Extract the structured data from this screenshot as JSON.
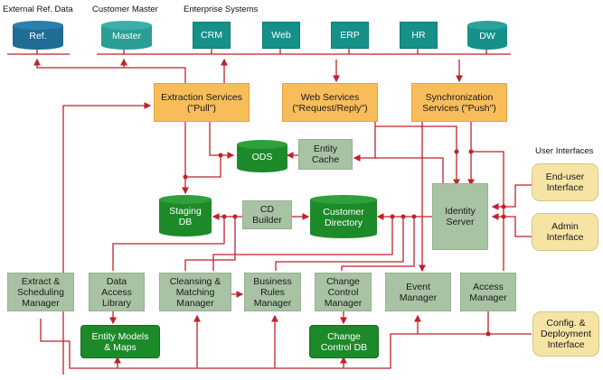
{
  "group_labels": {
    "external_ref_data": "External Ref. Data",
    "customer_master": "Customer Master",
    "enterprise_systems": "Enterprise Systems",
    "user_interfaces": "User Interfaces"
  },
  "sources": {
    "ref": "Ref.",
    "master": "Master",
    "crm": "CRM",
    "web": "Web",
    "erp": "ERP",
    "hr": "HR",
    "dw": "DW"
  },
  "services": {
    "extraction": "Extraction Services\n(\"Pull\")",
    "web": "Web Services\n(\"Request/Reply\")",
    "sync": "Synchronization\nServices (\"Push\")"
  },
  "stores": {
    "ods": "ODS",
    "entity_cache": "Entity\nCache",
    "staging_db": "Staging\nDB",
    "cd_builder": "CD\nBuilder",
    "customer_directory": "Customer\nDirectory",
    "identity_server": "Identity\nServer"
  },
  "ui": {
    "end_user": "End-user\nInterface",
    "admin": "Admin\nInterface",
    "config": "Config. &\nDeployment\nInterface"
  },
  "managers": {
    "extract_scheduling": "Extract &\nScheduling\nManager",
    "data_access": "Data\nAccess\nLibrary",
    "cleansing_matching": "Cleansing &\nMatching\nManager",
    "business_rules": "Business\nRules\nManager",
    "change_control": "Change\nControl\nManager",
    "event": "Event\nManager",
    "access": "Access\nManager"
  },
  "repositories": {
    "entity_models": "Entity Models\n& Maps",
    "change_control_db": "Change\nControl DB"
  },
  "colors": {
    "connector": "#c0222a",
    "source_teal": "#15918a",
    "ref_blue": "#1f6c94",
    "service_orange": "#f8bd5a",
    "component_sage": "#a8c3a3",
    "db_green": "#1d8a2a",
    "ui_cream": "#f5e4a4"
  }
}
